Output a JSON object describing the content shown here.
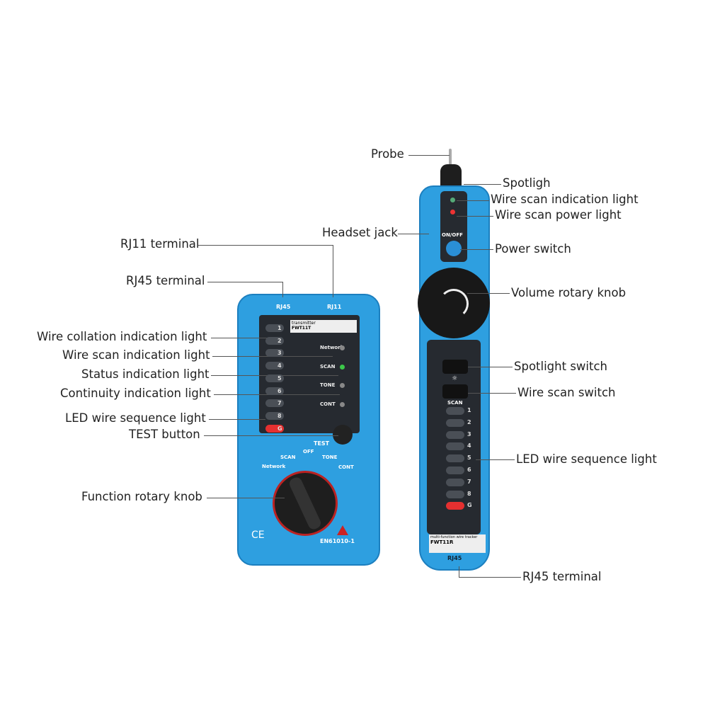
{
  "left_labels": {
    "rj11": "RJ11 terminal",
    "rj45": "RJ45 terminal",
    "collation": "Wire collation indication light",
    "scan": "Wire scan indication light",
    "status": "Status indication light",
    "continuity": "Continuity indication light",
    "led_seq": "LED wire sequence light",
    "test": "TEST button",
    "knob": "Function rotary knob"
  },
  "right_labels": {
    "probe": "Probe",
    "spot": "Spotligh",
    "scan_ind": "Wire scan indication light",
    "scan_pwr": "Wire scan power light",
    "headset": "Headset jack",
    "power": "Power switch",
    "volume": "Volume rotary knob",
    "spot_sw": "Spotlight switch",
    "scan_sw": "Wire scan switch",
    "led_seq": "LED wire sequence light",
    "rj45": "RJ45 terminal"
  },
  "transmitter": {
    "port_rj45": "RJ45",
    "port_rj11": "RJ11",
    "leds": [
      "1",
      "2",
      "3",
      "4",
      "5",
      "6",
      "7",
      "8",
      "G"
    ],
    "status": [
      "Network",
      "SCAN",
      "TONE",
      "CONT"
    ],
    "model": "FWT11T",
    "sticker": "transmitter",
    "test": "TEST",
    "modes": [
      "Network",
      "SCAN",
      "OFF",
      "TONE",
      "CONT"
    ],
    "ce": "CE",
    "standard": "EN61010-1",
    "scan_led_color": "#3cc84a",
    "ground_led_color": "#e53030"
  },
  "receiver": {
    "onoff": "ON/OFF",
    "scan": "SCAN",
    "leds": [
      "1",
      "2",
      "3",
      "4",
      "5",
      "6",
      "7",
      "8",
      "G"
    ],
    "sticker": "multi-function wire tracker",
    "model": "FWT11R",
    "port": "RJ45"
  },
  "colors": {
    "body": "#2e9fe0",
    "panel": "#262a30"
  }
}
